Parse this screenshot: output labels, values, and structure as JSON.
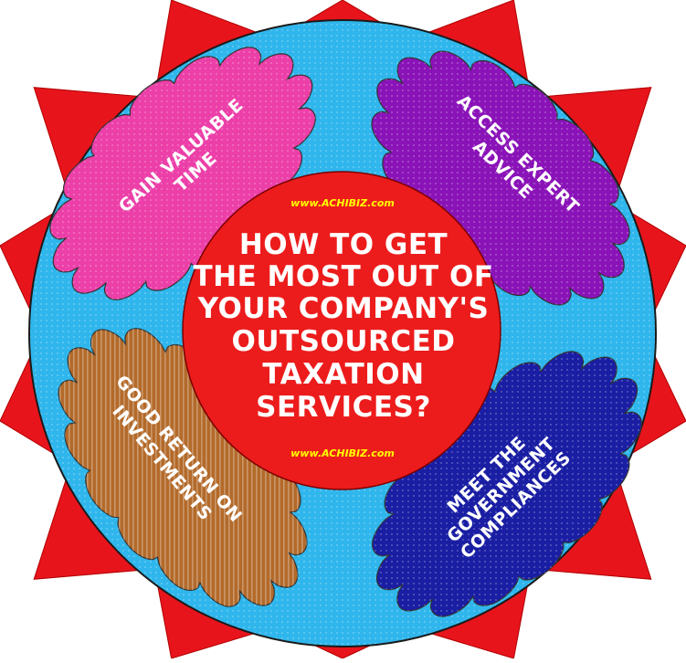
{
  "colors": {
    "star": "#e8141c",
    "circle": "#2fb6ec",
    "center": "#ec1c1c",
    "url_text": "#ffff00",
    "label_text": "#ffffff",
    "cloud_pink": "#ec3fa8",
    "cloud_purple": "#8a13b8",
    "cloud_brown": "#b36a2a",
    "cloud_navy": "#1a1ea3"
  },
  "center": {
    "url_top": "www.ACHIBIZ.com",
    "url_bottom": "www.ACHIBIZ.com",
    "title_lines": [
      "HOW TO GET",
      "THE MOST OUT OF",
      "YOUR COMPANY'S",
      "OUTSOURCED",
      "TAXATION",
      "SERVICES?"
    ]
  },
  "clouds": {
    "top_left": {
      "lines": [
        "GAIN VALUABLE",
        "TIME"
      ]
    },
    "top_right": {
      "lines": [
        "ACCESS EXPERT",
        "ADVICE"
      ]
    },
    "bottom_left": {
      "lines": [
        "GOOD RETURN ON",
        "INVESTMENTS"
      ]
    },
    "bottom_right": {
      "lines": [
        "MEET THE",
        "GOVERNMENT",
        "COMPLIANCES"
      ]
    }
  }
}
